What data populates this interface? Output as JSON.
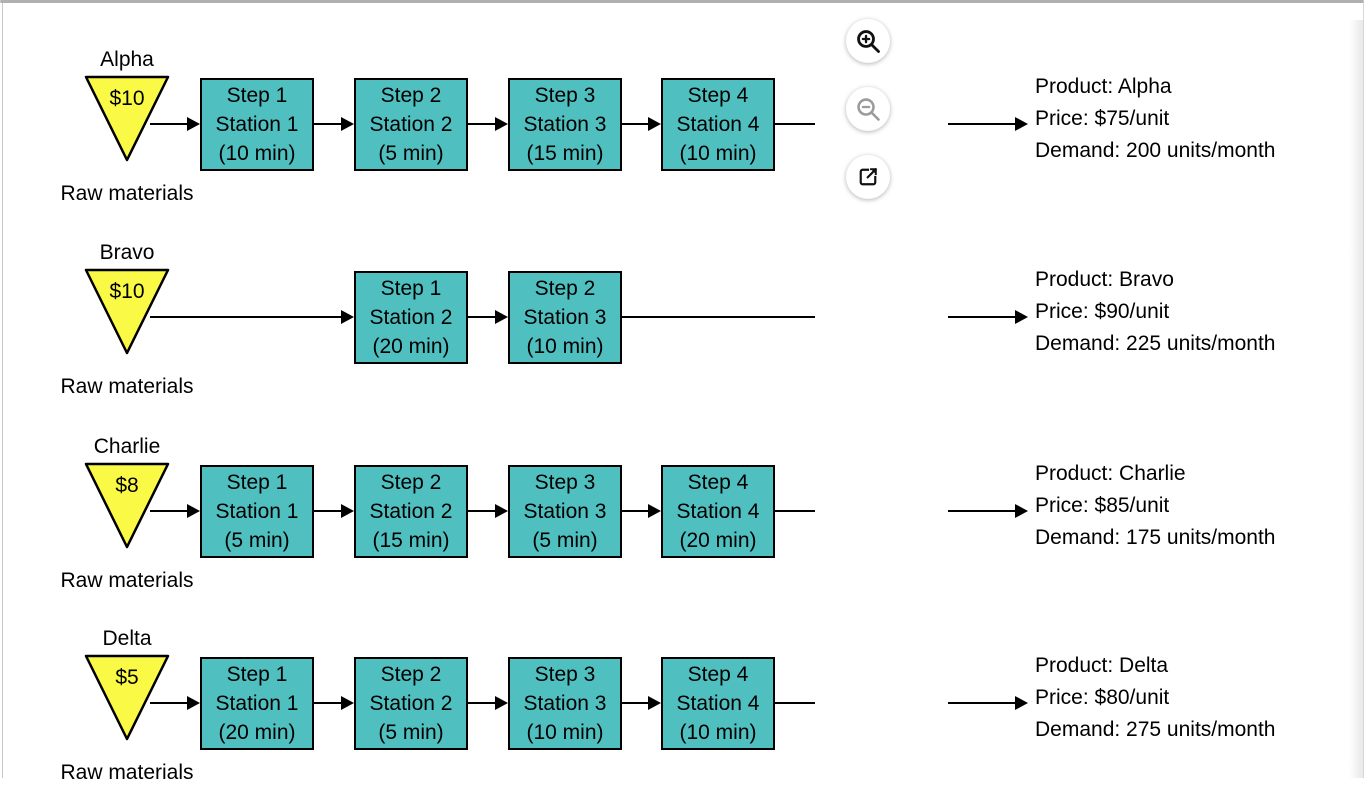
{
  "toolbar": {
    "buttons": [
      {
        "icon": "magnifier-plus",
        "action": "zoom-in"
      },
      {
        "icon": "magnifier-minus",
        "action": "zoom-out"
      },
      {
        "icon": "open-in-new",
        "action": "open-external"
      }
    ]
  },
  "colors": {
    "station_box_fill": "#4FBFBF",
    "raw_triangle_fill": "#FAFA46",
    "stroke": "#000000",
    "zoom_out_icon": "#9b9b9b",
    "zoom_in_icon": "#111111",
    "chrome_border": "#c9c9c9"
  },
  "diagram": {
    "rows": [
      {
        "name": "Alpha",
        "raw_cost": "$10",
        "raw_label": "Raw materials",
        "steps": [
          {
            "step": "Step 1",
            "station": "Station 1",
            "time": "(10 min)"
          },
          {
            "step": "Step 2",
            "station": "Station 2",
            "time": "(5 min)"
          },
          {
            "step": "Step 3",
            "station": "Station 3",
            "time": "(15 min)"
          },
          {
            "step": "Step 4",
            "station": "Station 4",
            "time": "(10 min)"
          }
        ],
        "info": {
          "product": "Product: Alpha",
          "price": "Price: $75/unit",
          "demand": "Demand: 200 units/month"
        }
      },
      {
        "name": "Bravo",
        "raw_cost": "$10",
        "raw_label": "Raw materials",
        "steps": [
          {
            "step": "Step 1",
            "station": "Station 2",
            "time": "(20 min)"
          },
          {
            "step": "Step 2",
            "station": "Station 3",
            "time": "(10 min)"
          }
        ],
        "info": {
          "product": "Product: Bravo",
          "price": "Price: $90/unit",
          "demand": "Demand: 225 units/month"
        }
      },
      {
        "name": "Charlie",
        "raw_cost": "$8",
        "raw_label": "Raw materials",
        "steps": [
          {
            "step": "Step 1",
            "station": "Station 1",
            "time": "(5 min)"
          },
          {
            "step": "Step 2",
            "station": "Station 2",
            "time": "(15 min)"
          },
          {
            "step": "Step 3",
            "station": "Station 3",
            "time": "(5 min)"
          },
          {
            "step": "Step 4",
            "station": "Station 4",
            "time": "(20 min)"
          }
        ],
        "info": {
          "product": "Product: Charlie",
          "price": "Price: $85/unit",
          "demand": "Demand: 175 units/month"
        }
      },
      {
        "name": "Delta",
        "raw_cost": "$5",
        "raw_label": "Raw materials",
        "steps": [
          {
            "step": "Step 1",
            "station": "Station 1",
            "time": "(20 min)"
          },
          {
            "step": "Step 2",
            "station": "Station 2",
            "time": "(5 min)"
          },
          {
            "step": "Step 3",
            "station": "Station 3",
            "time": "(10 min)"
          },
          {
            "step": "Step 4",
            "station": "Station 4",
            "time": "(10 min)"
          }
        ],
        "info": {
          "product": "Product: Delta",
          "price": "Price: $80/unit",
          "demand": "Demand: 275 units/month"
        }
      }
    ]
  }
}
